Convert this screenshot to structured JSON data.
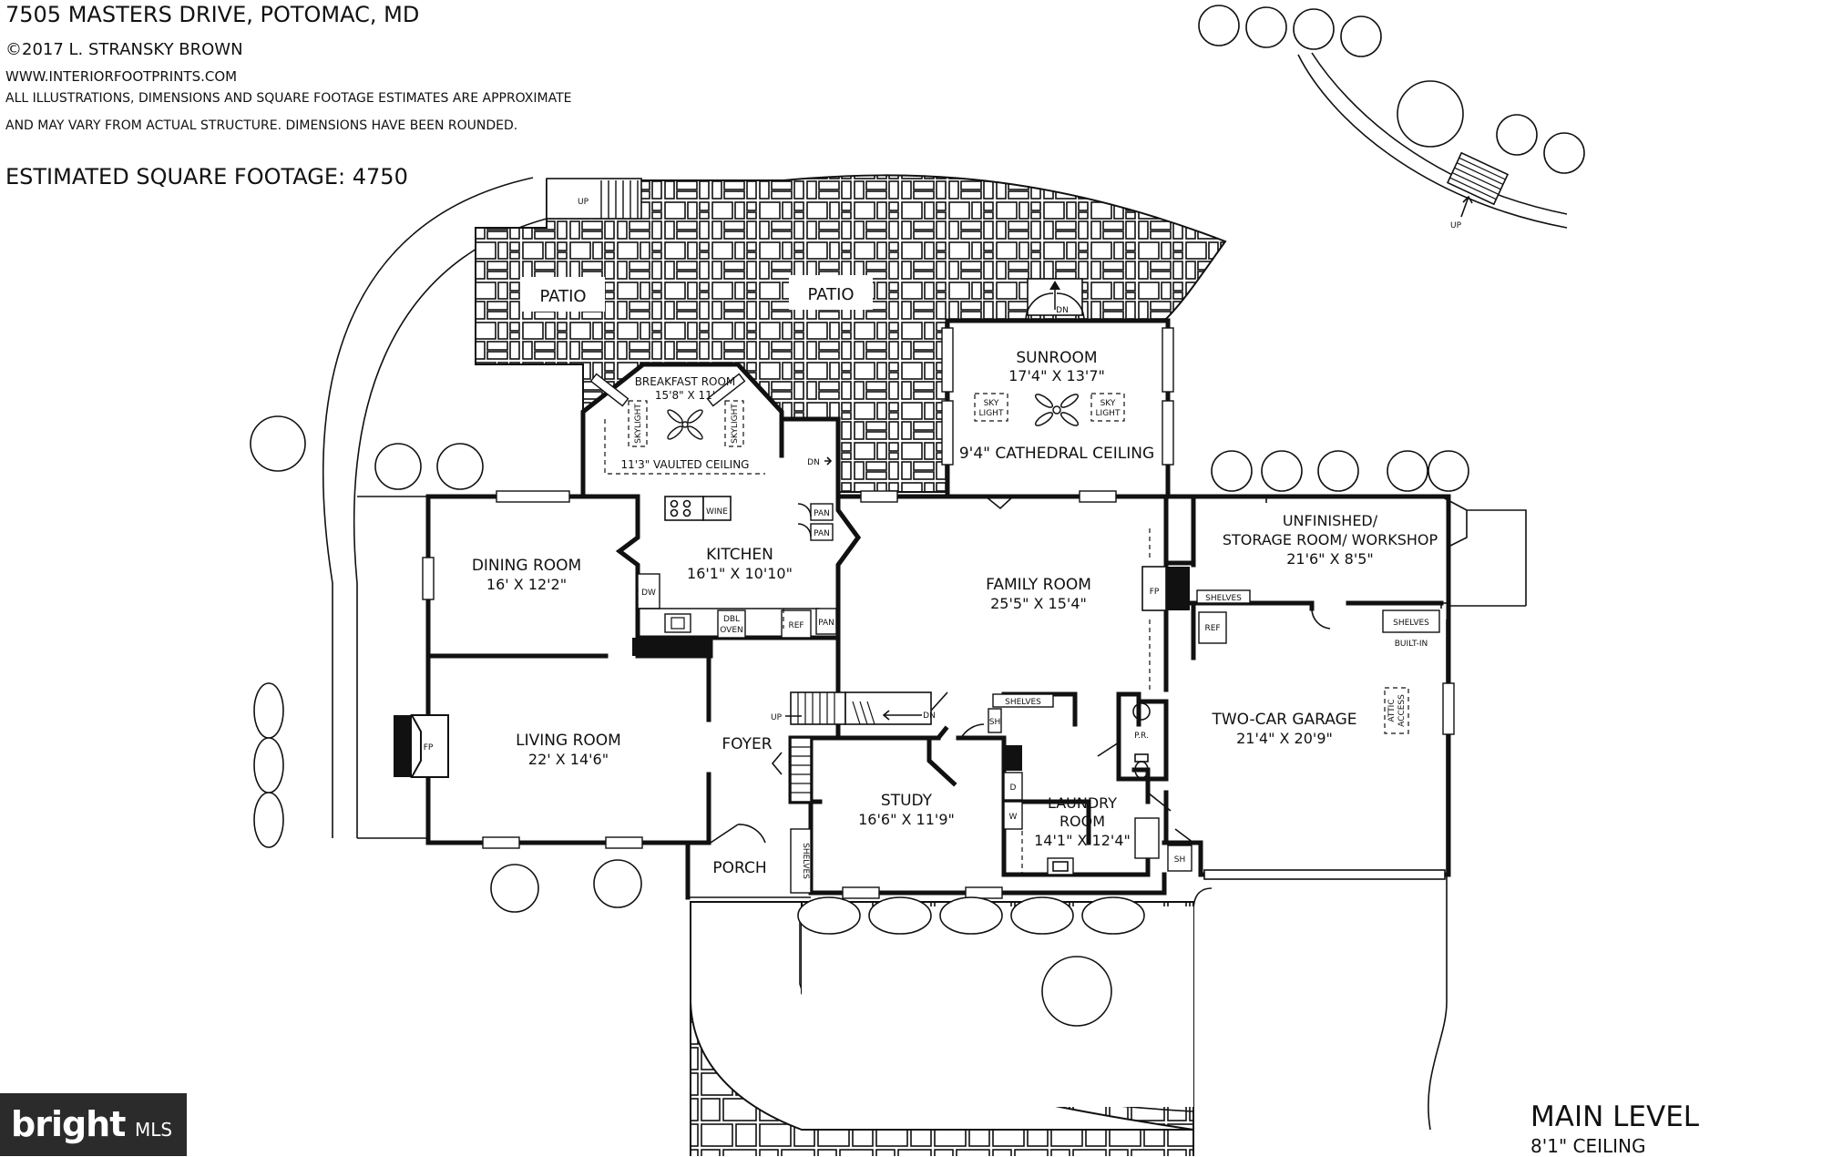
{
  "header": {
    "address": "7505 MASTERS DRIVE, POTOMAC, MD",
    "copyright": "©2017 L. STRANSKY BROWN",
    "website": "WWW.INTERIORFOOTPRINTS.COM",
    "disclaimer_1": "ALL ILLUSTRATIONS, DIMENSIONS AND SQUARE FOOTAGE ESTIMATES ARE APPROXIMATE",
    "disclaimer_2": "AND MAY VARY FROM ACTUAL STRUCTURE. DIMENSIONS HAVE BEEN ROUNDED.",
    "sqft": "ESTIMATED SQUARE FOOTAGE: 4750"
  },
  "rooms": {
    "patio_left": "PATIO",
    "patio_right": "PATIO",
    "sunroom": "SUNROOM",
    "sunroom_dim": "17'4\" X 13'7\"",
    "sunroom_ceiling": "9'4\" CATHEDRAL CEILING",
    "breakfast": "BREAKFAST ROOM",
    "breakfast_dim": "15'8\" X 11'",
    "breakfast_ceiling": "11'3\" VAULTED CEILING",
    "kitchen": "KITCHEN",
    "kitchen_dim": "16'1\" X 10'10\"",
    "dining": "DINING ROOM",
    "dining_dim": "16' X 12'2\"",
    "family": "FAMILY ROOM",
    "family_dim": "25'5\" X 15'4\"",
    "unfinished": "UNFINISHED/",
    "storage": "STORAGE ROOM/ WORKSHOP",
    "storage_dim": "21'6\" X 8'5\"",
    "living": "LIVING ROOM",
    "living_dim": "22' X 14'6\"",
    "foyer": "FOYER",
    "study": "STUDY",
    "study_dim": "16'6\" X 11'9\"",
    "laundry": "LAUNDRY",
    "laundry_2": "ROOM",
    "laundry_dim": "14'1\" X 12'4\"",
    "garage": "TWO-CAR GARAGE",
    "garage_dim": "21'4\" X 20'9\"",
    "porch": "PORCH",
    "pr": "P.R."
  },
  "fixtures": {
    "up": "UP",
    "dn": "DN",
    "pan": "PAN",
    "wine": "WINE",
    "dw": "DW",
    "dbl": "DBL",
    "oven": "OVEN",
    "ref": "REF",
    "fp": "FP",
    "shelves": "SHELVES",
    "built_in": "BUILT-IN",
    "sh": "SH",
    "sky": "SKY",
    "light": "LIGHT",
    "skylight": "SKYLIGHT",
    "attic_1": "ATTIC",
    "attic_2": "ACCESS",
    "d": "D",
    "w": "W"
  },
  "footer": {
    "level": "MAIN LEVEL",
    "ceiling": "8'1\" CEILING"
  },
  "watermark": {
    "brand": "bright",
    "mls": "MLS"
  }
}
